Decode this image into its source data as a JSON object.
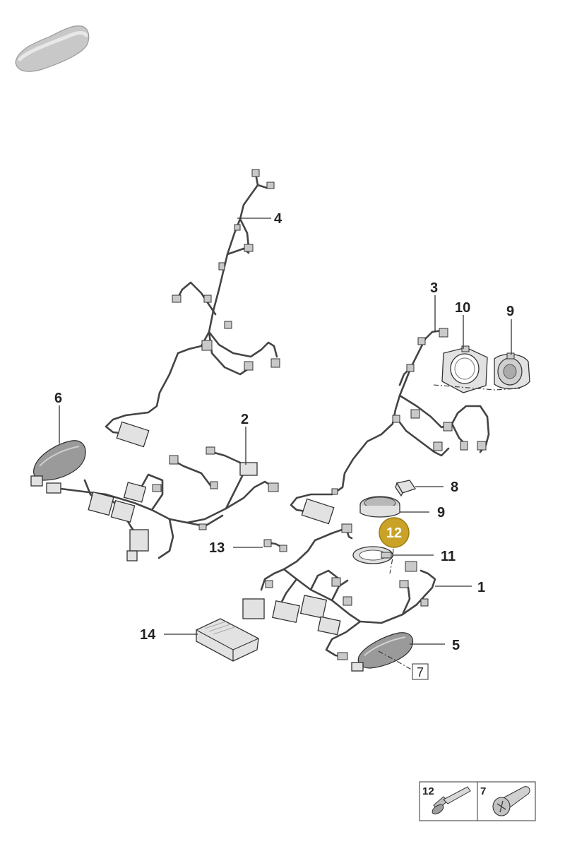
{
  "callouts": {
    "c1": "1",
    "c2": "2",
    "c3": "3",
    "c4": "4",
    "c5": "5",
    "c6": "6",
    "c7": "7",
    "c8": "8",
    "c9a": "9",
    "c9b": "9",
    "c10": "10",
    "c11": "11",
    "c12": "12",
    "c13": "13",
    "c14": "14"
  },
  "legend": {
    "item_a": "12",
    "item_b": "7"
  },
  "icons": {
    "vehicle": "car-silhouette-icon",
    "bolt": "bolt-icon",
    "screw": "screw-icon"
  },
  "colors": {
    "highlight": "#c9a227",
    "highlight_text": "#ffffff",
    "line": "#333333"
  }
}
